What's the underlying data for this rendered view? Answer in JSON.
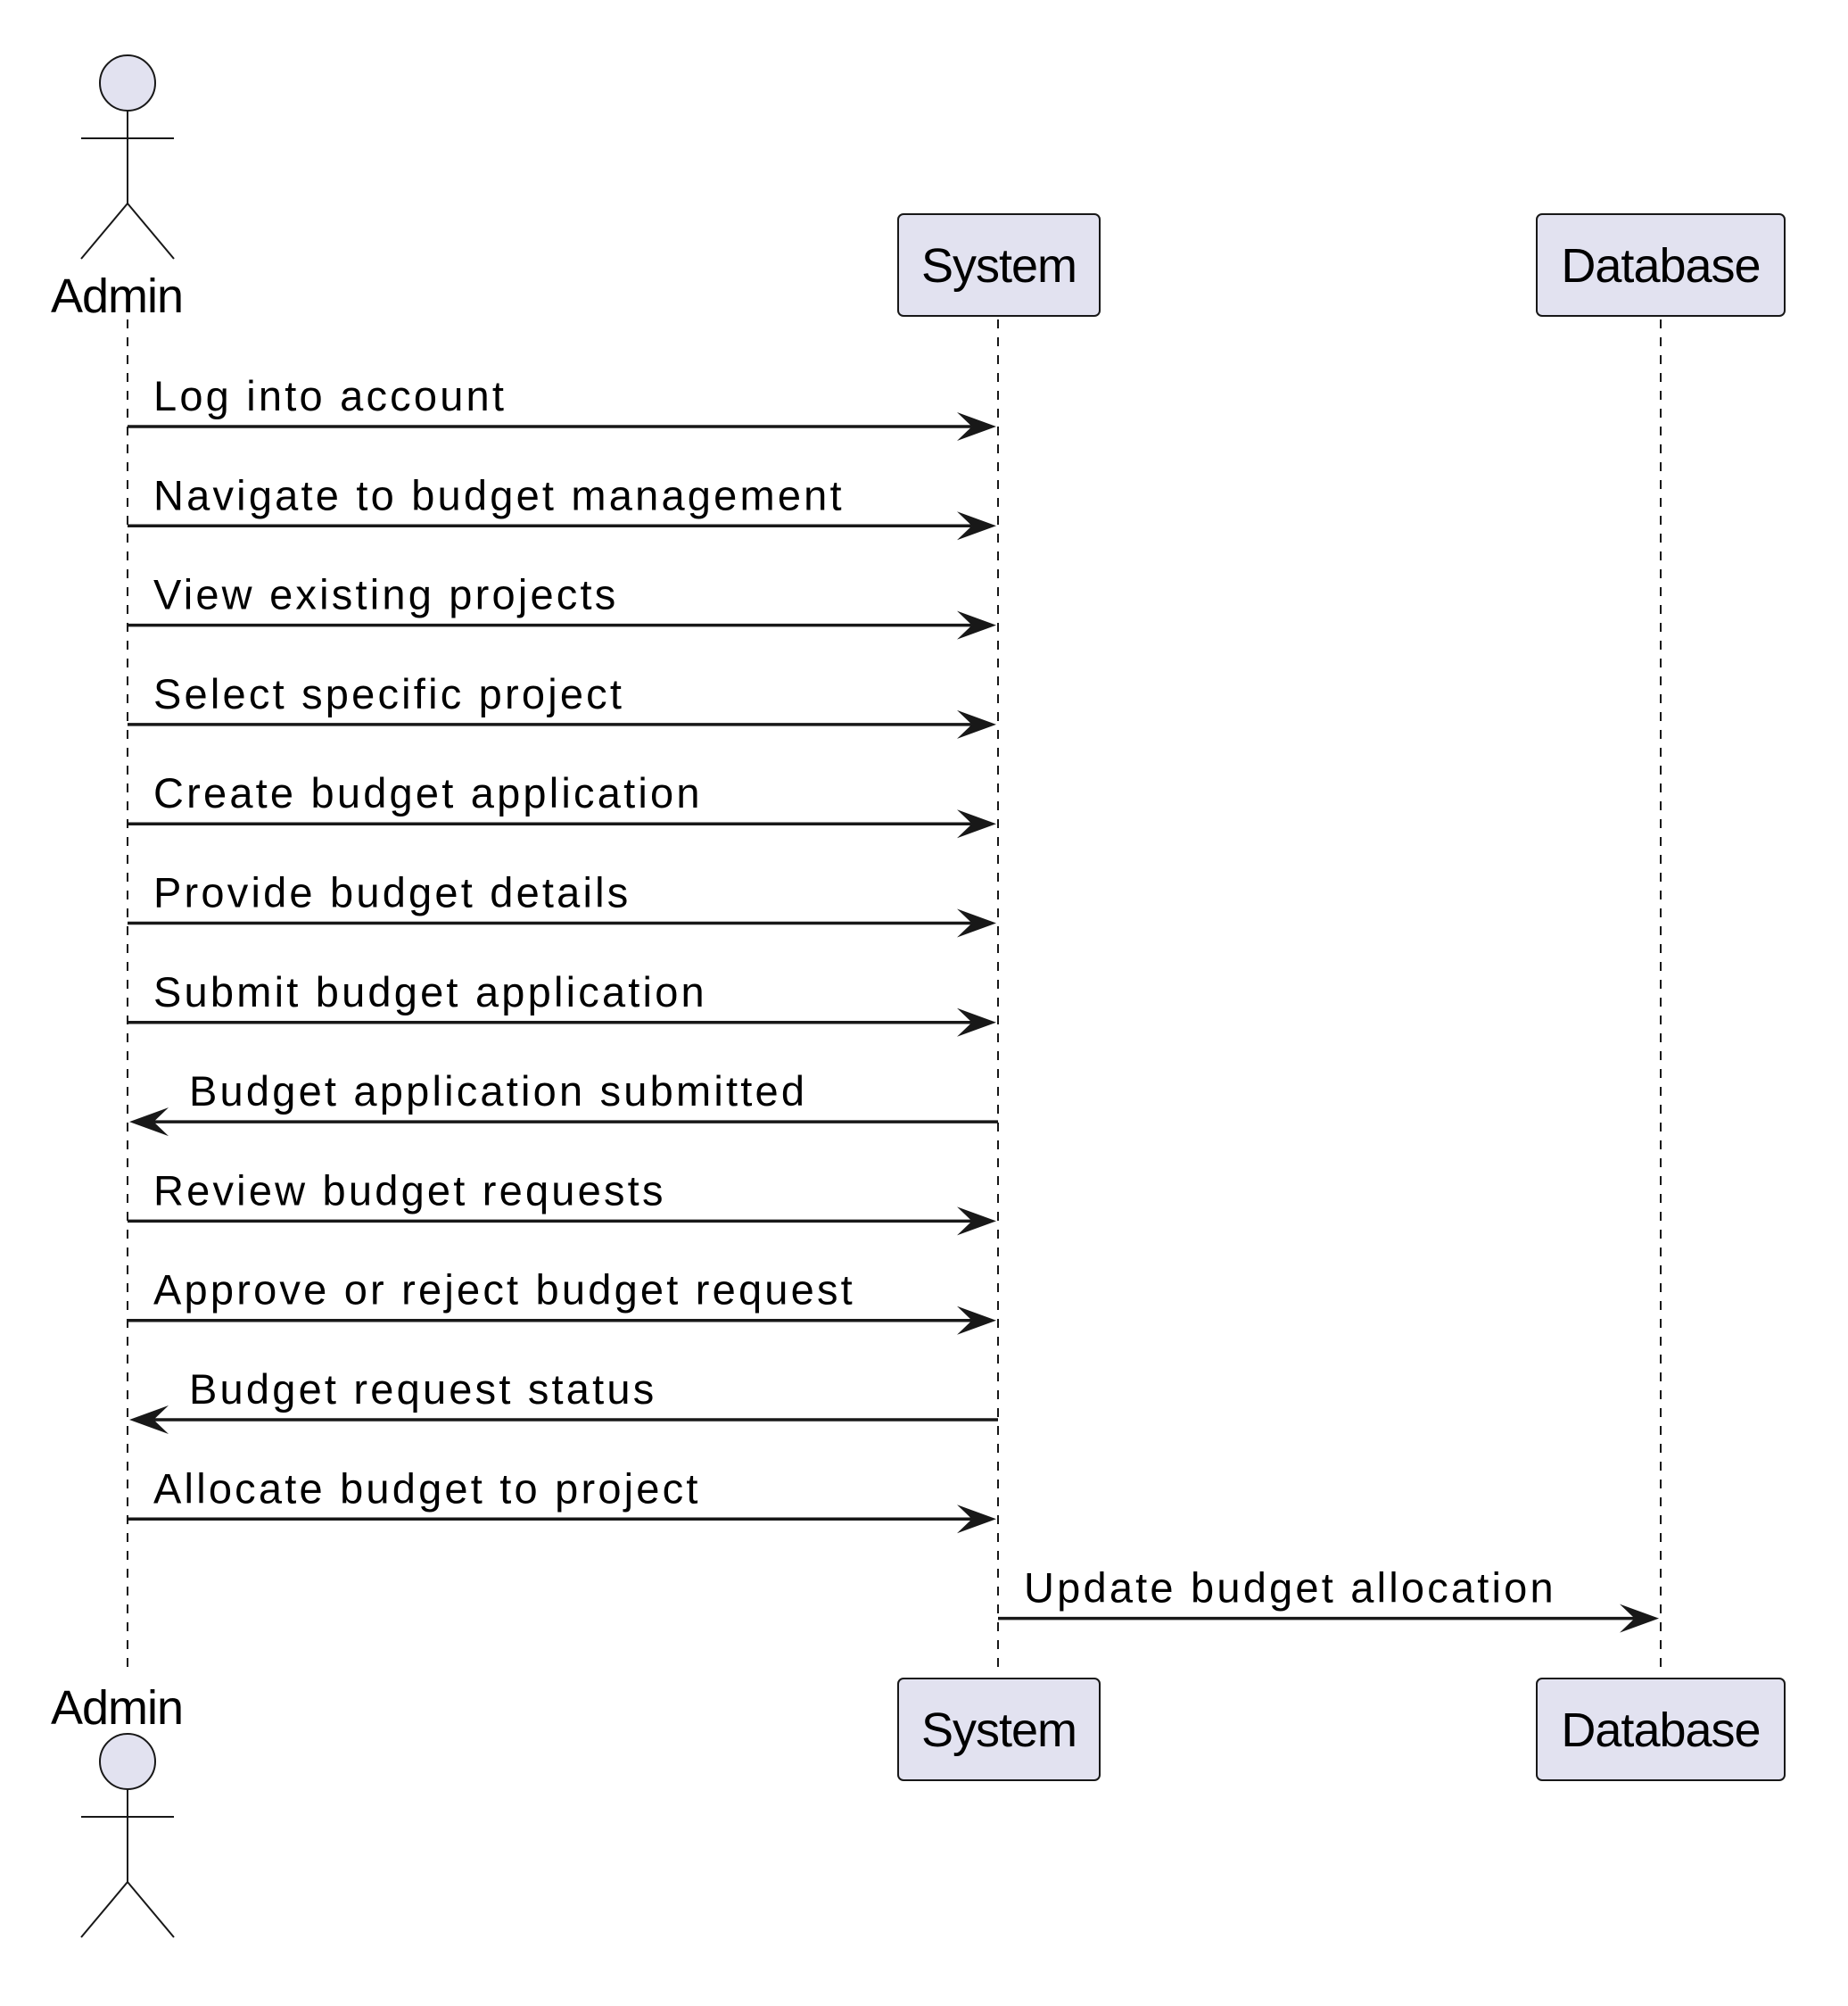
{
  "diagram": {
    "type": "sequence",
    "colors": {
      "participant_fill": "#e2e2f0",
      "stroke": "#181818",
      "text": "#000000",
      "background": "#ffffff"
    },
    "participants": [
      {
        "id": "admin",
        "name": "Admin",
        "kind": "actor"
      },
      {
        "id": "system",
        "name": "System",
        "kind": "participant"
      },
      {
        "id": "database",
        "name": "Database",
        "kind": "participant"
      }
    ],
    "messages": [
      {
        "from": "admin",
        "to": "system",
        "label": "Log into account"
      },
      {
        "from": "admin",
        "to": "system",
        "label": "Navigate to budget management"
      },
      {
        "from": "admin",
        "to": "system",
        "label": "View existing projects"
      },
      {
        "from": "admin",
        "to": "system",
        "label": "Select specific project"
      },
      {
        "from": "admin",
        "to": "system",
        "label": "Create budget application"
      },
      {
        "from": "admin",
        "to": "system",
        "label": "Provide budget details"
      },
      {
        "from": "admin",
        "to": "system",
        "label": "Submit budget application"
      },
      {
        "from": "system",
        "to": "admin",
        "label": "Budget application submitted"
      },
      {
        "from": "admin",
        "to": "system",
        "label": "Review budget requests"
      },
      {
        "from": "admin",
        "to": "system",
        "label": "Approve or reject budget request"
      },
      {
        "from": "system",
        "to": "admin",
        "label": "Budget request status"
      },
      {
        "from": "admin",
        "to": "system",
        "label": "Allocate budget to project"
      },
      {
        "from": "system",
        "to": "database",
        "label": "Update budget allocation"
      }
    ]
  }
}
